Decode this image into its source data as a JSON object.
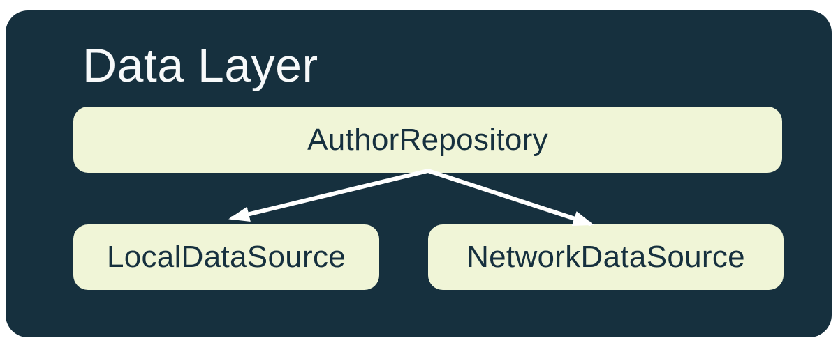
{
  "diagram": {
    "title": "Data Layer",
    "nodes": [
      {
        "id": "repository",
        "label": "AuthorRepository"
      },
      {
        "id": "local-data-source",
        "label": "LocalDataSource"
      },
      {
        "id": "network-data-source",
        "label": "NetworkDataSource"
      }
    ],
    "edges": [
      {
        "from": "AuthorRepository",
        "to": "LocalDataSource"
      },
      {
        "from": "AuthorRepository",
        "to": "NetworkDataSource"
      }
    ],
    "colors": {
      "page_background": "#FFFFFF",
      "container_background": "#16303E",
      "node_fill": "#F0F5D7",
      "node_text": "#16303E",
      "title_text": "#F7F9FA",
      "arrow": "#FFFFFF"
    }
  }
}
